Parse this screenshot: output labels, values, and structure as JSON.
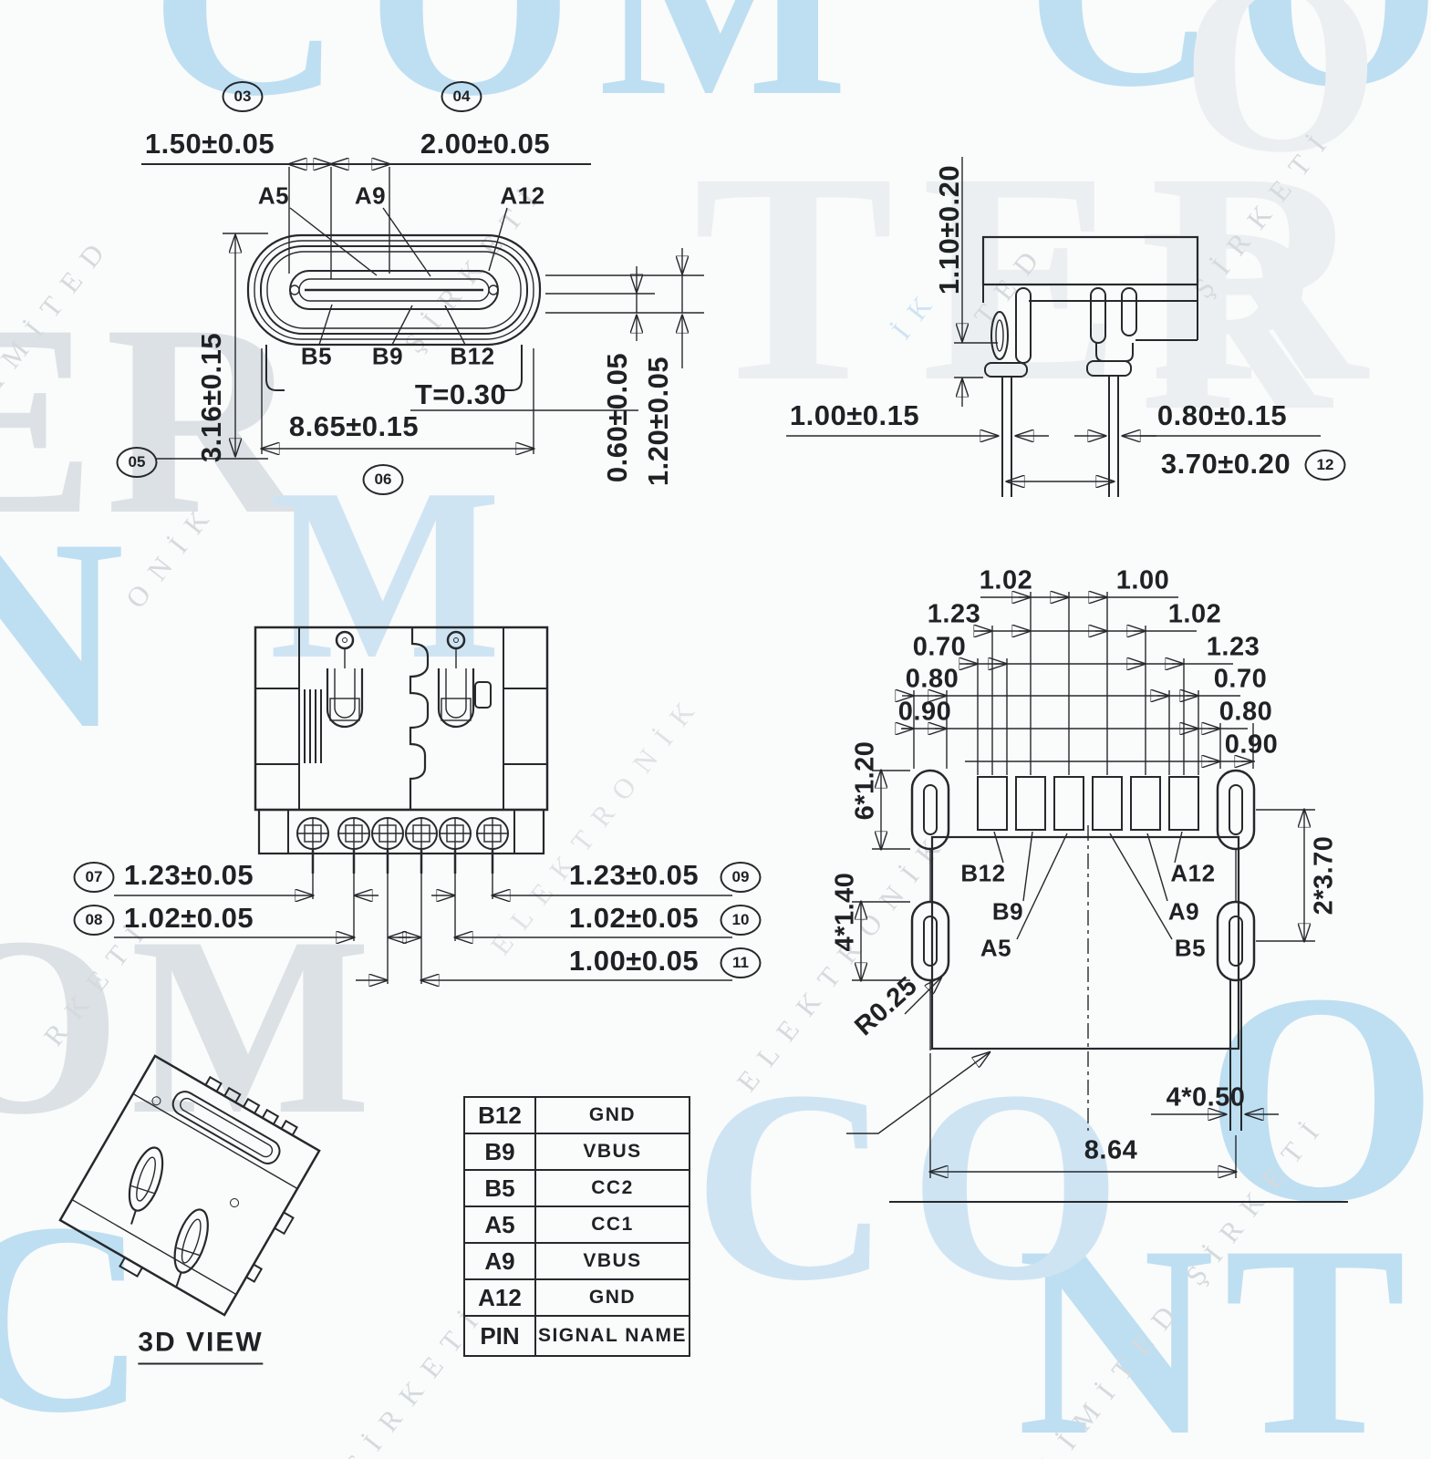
{
  "watermark": {
    "brand": "INTERCOM",
    "company": "ELEKTRONİK LİMİTED ŞİRKETİ",
    "colors": {
      "blue": "#bedff2",
      "gray": "#dce1e5",
      "pale": "#eceff1"
    },
    "fragments": [
      "COM",
      "CO",
      "ER",
      "TER",
      "N",
      "M",
      "O",
      "R",
      "OM",
      "C",
      "O",
      "NT",
      "CO",
      "ŞİRKETİ",
      "LİMİTED",
      "TED",
      "ŞİRKETİ",
      "ELEKTRONİK",
      "ONİK",
      "RKETİ",
      "ŞİRKETİ",
      "LİMİTED ŞİRKETİ",
      "İK",
      "ELEKTRONİK"
    ]
  },
  "front_view": {
    "balloons": {
      "b03": "03",
      "b04": "04",
      "b05": "05",
      "b06": "06"
    },
    "dim_top_left": "1.50±0.05",
    "dim_top_right": "2.00±0.05",
    "pin_labels_top": [
      "A5",
      "A9",
      "A12"
    ],
    "pin_labels_bottom": [
      "B5",
      "B9",
      "B12"
    ],
    "tongue_thickness": "T=0.30",
    "dim_width": "8.65±0.15",
    "dim_height": "3.16±0.15",
    "dim_right_inner": "0.60±0.05",
    "dim_right_outer": "1.20±0.05"
  },
  "side_view": {
    "dim_height": "1.10±0.20",
    "dim_left": "1.00±0.15",
    "dim_right": "0.80±0.15",
    "dim_span": "3.70±0.20",
    "balloon12": "12"
  },
  "bottom_view": {
    "left_dims": [
      {
        "balloon": "07",
        "value": "1.23±0.05"
      },
      {
        "balloon": "08",
        "value": "1.02±0.05"
      }
    ],
    "right_dims": [
      {
        "value": "1.23±0.05",
        "balloon": "09"
      },
      {
        "value": "1.02±0.05",
        "balloon": "10"
      },
      {
        "value": "1.00±0.05",
        "balloon": "11"
      }
    ]
  },
  "footprint_view": {
    "left_dims": [
      "1.02",
      "1.23",
      "0.70",
      "0.80",
      "0.90"
    ],
    "right_dims": [
      "1.00",
      "1.02",
      "1.23",
      "0.70",
      "0.80",
      "0.90"
    ],
    "pitch_dim": "6*1.20",
    "pad_dim": "4*1.40",
    "corner_radius": "R0.25",
    "pad_span": "2*3.70",
    "leg_width": "4*0.50",
    "total_width": "8.64",
    "pad_labels_left": [
      "B12",
      "B9",
      "A5"
    ],
    "pad_labels_right": [
      "A12",
      "A9",
      "B5"
    ]
  },
  "view_3d": {
    "label": "3D VIEW"
  },
  "pin_table": {
    "rows": [
      {
        "pin": "B12",
        "signal": "GND"
      },
      {
        "pin": "B9",
        "signal": "VBUS"
      },
      {
        "pin": "B5",
        "signal": "CC2"
      },
      {
        "pin": "A5",
        "signal": "CC1"
      },
      {
        "pin": "A9",
        "signal": "VBUS"
      },
      {
        "pin": "A12",
        "signal": "GND"
      },
      {
        "pin": "PIN",
        "signal": "SIGNAL NAME"
      }
    ]
  }
}
